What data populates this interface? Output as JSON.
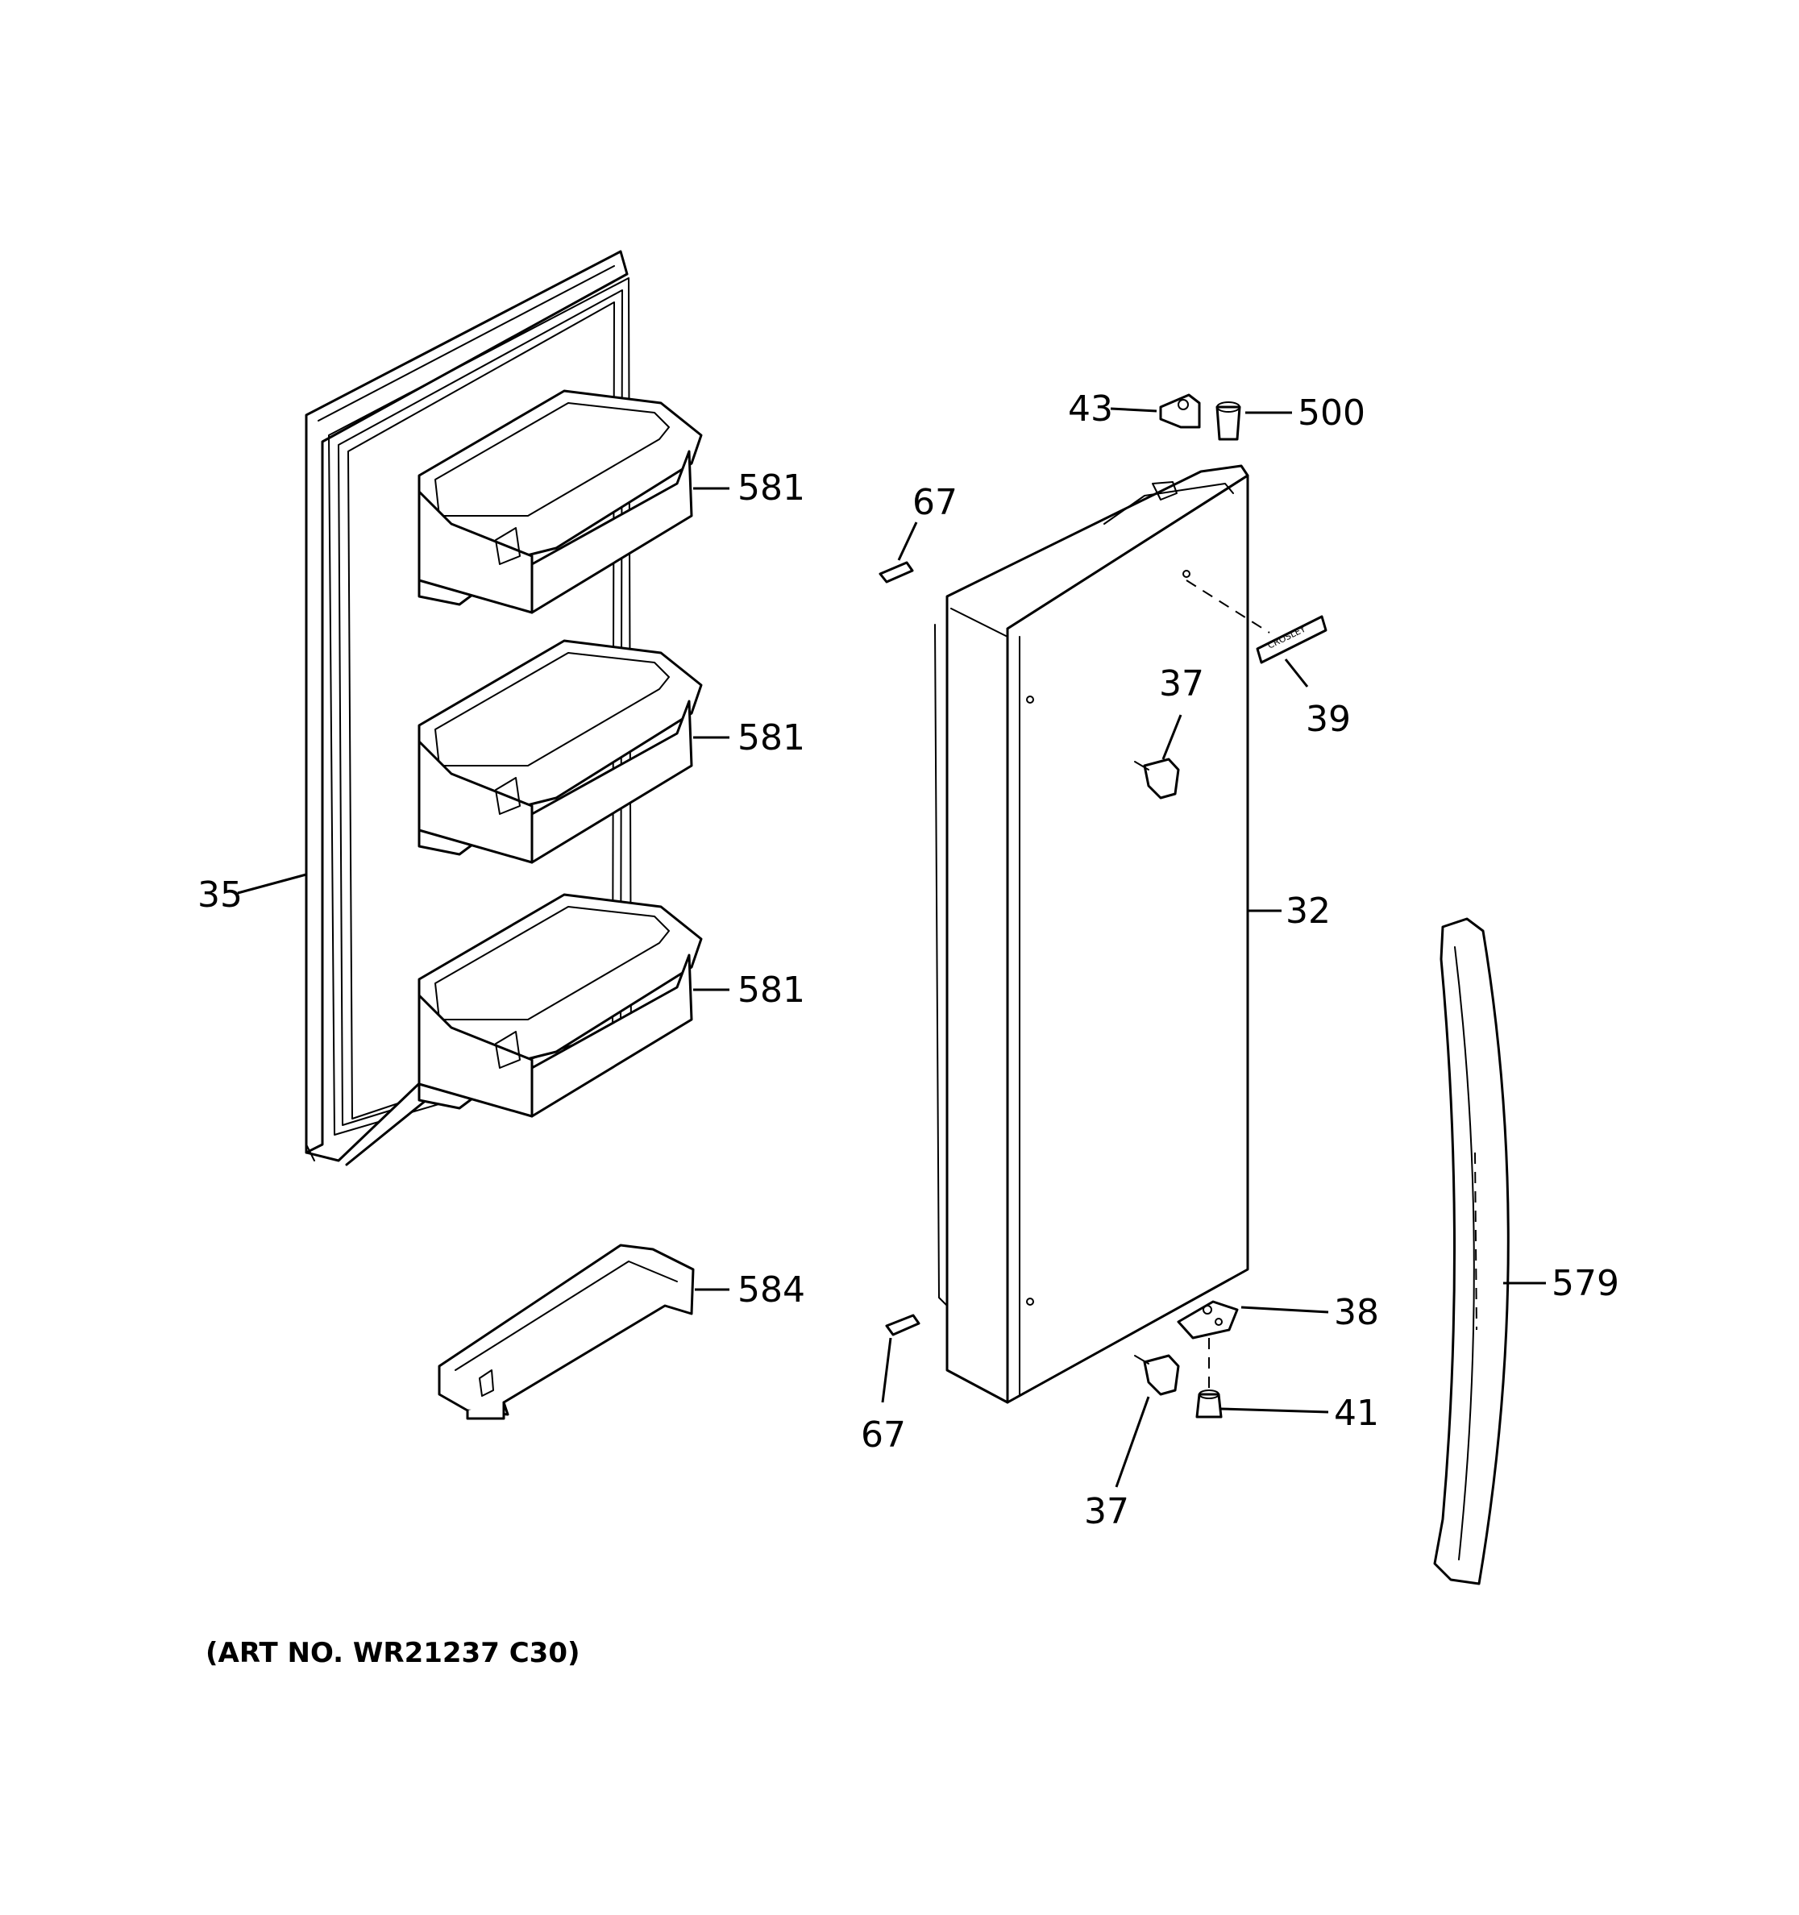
{
  "diagram": {
    "art_number": "(ART NO. WR21237 C30)",
    "callouts": {
      "gasket": "35",
      "door_bin_1": "581",
      "door_bin_2": "581",
      "door_bin_3": "581",
      "door_bin_bottom": "584",
      "door_assembly": "32",
      "hinge_cam_top": "43",
      "bushing_top": "500",
      "door_stop_top": "67",
      "door_stop_bottom": "67",
      "screw_top": "37",
      "screw_bottom": "37",
      "nameplate": "39",
      "hinge_bottom": "38",
      "bushing_bottom": "41",
      "handle": "579"
    },
    "nameplate_text": "CROSLEY"
  }
}
